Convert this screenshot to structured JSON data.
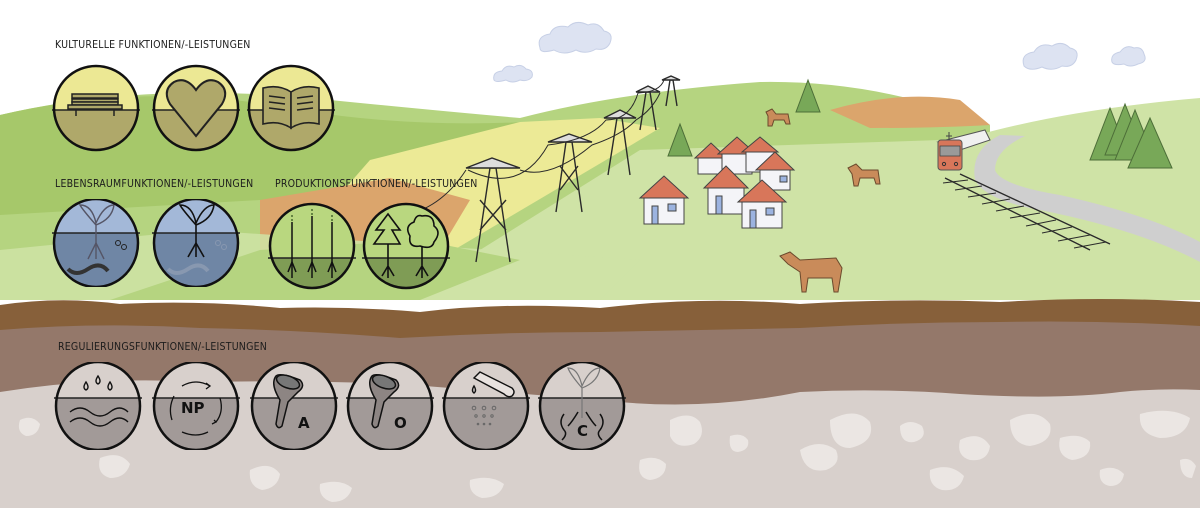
{
  "sections": {
    "cultural": {
      "label": "Kulturelle Funktionen/-Leistungen",
      "icons": [
        {
          "name": "bench-icon",
          "top_color": "#ece894",
          "bottom_color": "#afa86a"
        },
        {
          "name": "heart-icon",
          "top_color": "#ece894",
          "bottom_color": "#afa86a"
        },
        {
          "name": "book-icon",
          "top_color": "#ece894",
          "bottom_color": "#afa86a"
        }
      ]
    },
    "habitat": {
      "label": "Lebensraumfunktionen/-Leistungen",
      "icons": [
        {
          "name": "seedling-worm-faded-icon",
          "top_color": "#a3b8d8",
          "bottom_color": "#6f86a5"
        },
        {
          "name": "seedling-worm-icon",
          "top_color": "#a3b8d8",
          "bottom_color": "#6f86a5"
        }
      ]
    },
    "production": {
      "label": "Produktionsfunktionen/-Leistungen",
      "icons": [
        {
          "name": "grain-icon",
          "top_color": "#b9d77f",
          "bottom_color": "#7f9c55"
        },
        {
          "name": "trees-icon",
          "top_color": "#b9d77f",
          "bottom_color": "#7f9c55"
        }
      ]
    },
    "regulation": {
      "label": "Regulierungsfunktionen/-Leistungen",
      "icons": [
        {
          "name": "water-drops-icon",
          "letter": ""
        },
        {
          "name": "nutrient-cycle-icon",
          "letter": "NP"
        },
        {
          "name": "funnel-a-icon",
          "letter": "A"
        },
        {
          "name": "funnel-o-icon",
          "letter": "O"
        },
        {
          "name": "test-tube-icon",
          "letter": ""
        },
        {
          "name": "carbon-roots-icon",
          "letter": "C"
        }
      ],
      "top_color": "#d8d0cc",
      "bottom_color": "#a29a98"
    }
  },
  "colors": {
    "sky": "#ffffff",
    "cloud": "#dde3f2",
    "meadow_light": "#cfe3a6",
    "meadow_mid": "#b5d480",
    "meadow_dark": "#a6c86a",
    "field_yellow": "#ecea96",
    "field_orange": "#dba56c",
    "topsoil": "#87603a",
    "subsoil": "#94786a",
    "bedrock": "#d8d0cc",
    "stone": "#ebe6e3",
    "road": "#cfcfcf",
    "house_roof": "#d8765a",
    "cow": "#c98b5a",
    "tree": "#78a858"
  }
}
